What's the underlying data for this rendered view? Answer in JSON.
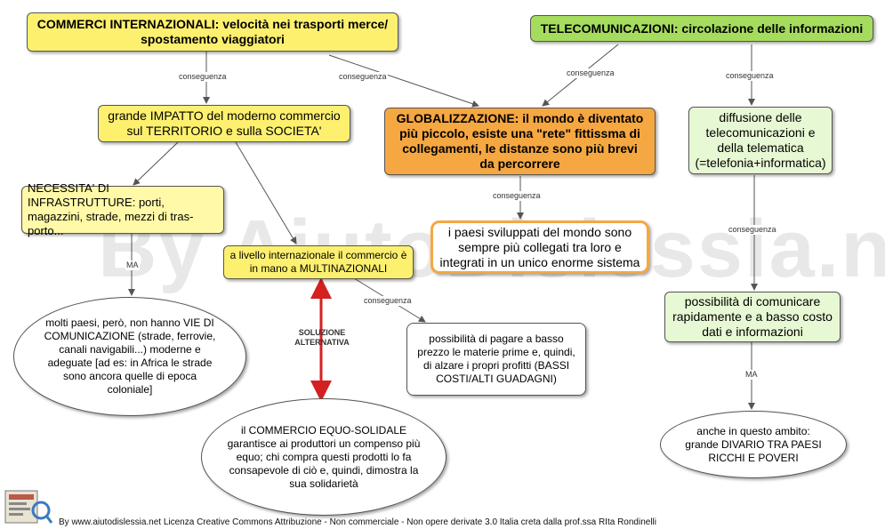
{
  "watermark": "By AiutoDislessia.net",
  "nodes": {
    "commerci": "COMMERCI INTERNAZIONALI: velocità nei trasporti merce/ spostamento viaggiatori",
    "telecomunicazioni": "TELECOMUNICAZIONI: circolazione delle informazioni",
    "impatto": "grande IMPATTO del moderno commercio sul TERRITORIO e sulla SOCIETA'",
    "globalizzazione": "GLOBALIZZAZIONE: il mondo è diventato più piccolo, esiste una \"rete\" fittissma di collegamenti, le distanze sono più brevi da percorrere",
    "diffusione": "diffusione delle telecomunicazioni e della telematica (=telefonia+informatica)",
    "infrastrutture": "NECESSITA' DI INFRASTRUTTURE: porti, magazzini, strade, mezzi di tras-porto...",
    "multinazionali": "a livello internazionale il commercio è in mano a MULTINAZIONALI",
    "paesi_sviluppati": "i paesi sviluppati del mondo sono sempre più collegati tra loro e integrati in un unico enorme sistema",
    "comunicare": "possibilità di comunicare rapidamente e a basso costo dati e informazioni",
    "vie_comunicazione": "molti paesi, però, non hanno VIE DI COMUNICAZIONE (strade, ferrovie, canali navigabili...) moderne e adeguate [ad es: in Africa le strade sono ancora quelle di epoca coloniale]",
    "pagare": "possibilità di pagare a basso prezzo le materie prime e, quindi, di alzare i propri profitti (BASSI COSTI/ALTI GUADAGNI)",
    "equo_solidale": "il COMMERCIO EQUO-SOLIDALE garantisce ai produttori un compenso più equo; chi compra questi prodotti lo fa consapevole di ciò e, quindi, dimostra la sua solidarietà",
    "divario": "anche in questo ambito: grande DIVARIO TRA PAESI RICCHI E POVERI"
  },
  "labels": {
    "conseguenza": "conseguenza",
    "ma": "MA",
    "soluzione": "SOLUZIONE ALTERNATIVA"
  },
  "footer": "By www.aiutodislessia.net Licenza Creative Commons Attribuzione - Non commerciale - Non opere derivate 3.0 Italia creta dalla prof.ssa RIta Rondinelli",
  "colors": {
    "yellow": "#fdf06f",
    "green": "#a6dc5e",
    "orange": "#f5a742",
    "arrow_red": "#d42020",
    "line": "#555555"
  }
}
